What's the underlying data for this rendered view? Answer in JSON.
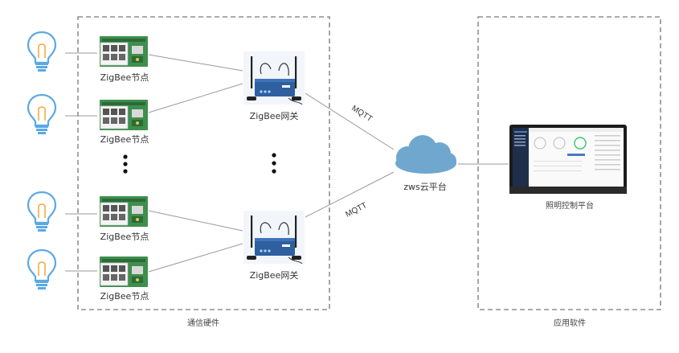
{
  "diagram": {
    "groups": {
      "hardware_label": "通信硬件",
      "software_label": "应用软件"
    },
    "nodes": [
      {
        "label": "ZigBee节点"
      },
      {
        "label": "ZigBee节点"
      },
      {
        "label": "ZigBee节点"
      },
      {
        "label": "ZigBee节点"
      }
    ],
    "gateways": [
      {
        "label": "ZigBee网关"
      },
      {
        "label": "ZigBee网关"
      }
    ],
    "links": [
      {
        "label": "MQTT"
      },
      {
        "label": "MQTT"
      }
    ],
    "cloud": {
      "label": "zws云平台"
    },
    "platform": {
      "label": "照明控制平台"
    },
    "colors": {
      "bulb": "#5aa9e6",
      "cloud": "#6fa7cf",
      "board": "#3e8f4e",
      "router": "#2f5f9e",
      "dash": "#8f8f8f",
      "line": "#9a9a9a"
    }
  }
}
